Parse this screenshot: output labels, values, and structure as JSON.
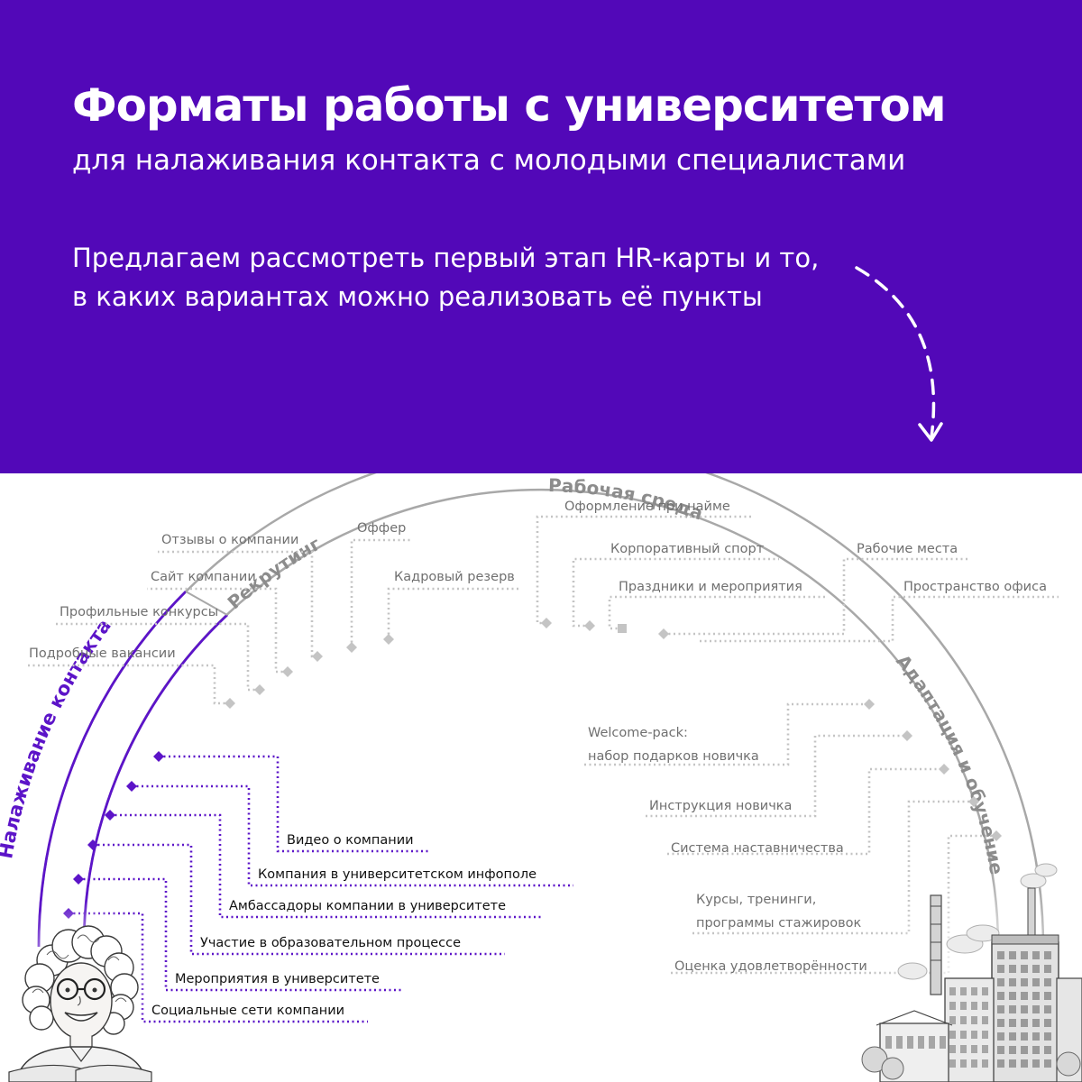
{
  "header": {
    "title": "Форматы работы с университетом",
    "subtitle": "для налаживания контакта с молодыми специалистами",
    "intro_line1": "Предлагаем рассмотреть первый этап HR-карты и то,",
    "intro_line2": "в каких вариантах можно реализовать её пункты"
  },
  "stages": {
    "contact": "Налаживание контакта",
    "recruiting": "Рекрутинг",
    "environment": "Рабочая среда",
    "adaptation": "Адаптация и обучение"
  },
  "contact_items": [
    "Видео о компании",
    "Компания в университетском инфополе",
    "Амбассадоры компании в университете",
    "Участие в образовательном процессе",
    "Мероприятия в университете",
    "Социальные сети компании"
  ],
  "recruiting_items": [
    "Подробные вакансии",
    "Профильные конкурсы",
    "Сайт компании",
    "Отзывы о компании",
    "Оффер",
    "Кадровый резерв"
  ],
  "environment_items": [
    "Оформление при найме",
    "Корпоративный спорт",
    "Праздники и мероприятия",
    "Рабочие места",
    "Пространство офиса"
  ],
  "adaptation_items": [
    {
      "line1": "Welcome-pack:",
      "line2": "набор подарков новичка"
    },
    {
      "line1": "Инструкция новичка",
      "line2": ""
    },
    {
      "line1": "Система наставничества",
      "line2": ""
    },
    {
      "line1": "Курсы, тренинги,",
      "line2": "программы стажировок"
    },
    {
      "line1": "Оценка удовлетворённости",
      "line2": ""
    }
  ],
  "illustrations": {
    "left": "smiling-student-illustration",
    "right": "factory-illustration"
  },
  "colors": {
    "header_bg": "#5208b8",
    "accent_purple": "#5c14c8",
    "arc_gray": "#a8a8a8",
    "dot_gray": "#c4c4c4",
    "text_gray": "#707070"
  }
}
